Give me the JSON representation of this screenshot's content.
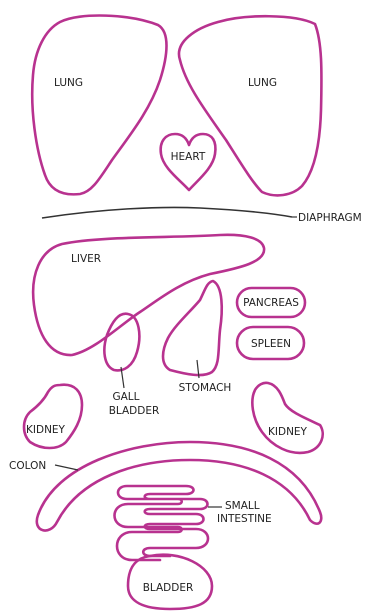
{
  "labels": {
    "lung_left": "LUNG",
    "lung_right": "LUNG",
    "heart": "HEART",
    "diaphragm": "DIAPHRAGM",
    "liver": "LIVER",
    "pancreas": "PANCREAS",
    "spleen": "SPLEEN",
    "gall": "GALL",
    "bladder_gall": "BLADDER",
    "stomach": "STOMACH",
    "kidney_left": "KIDNEY",
    "kidney_right": "KIDNEY",
    "colon": "COLON",
    "small": "SMALL",
    "intestine": "INTESTINE",
    "bladder": "BLADDER"
  },
  "colors": {
    "organ_outline": "#b8328f",
    "label_text": "#222222",
    "leader_line": "#333333"
  }
}
